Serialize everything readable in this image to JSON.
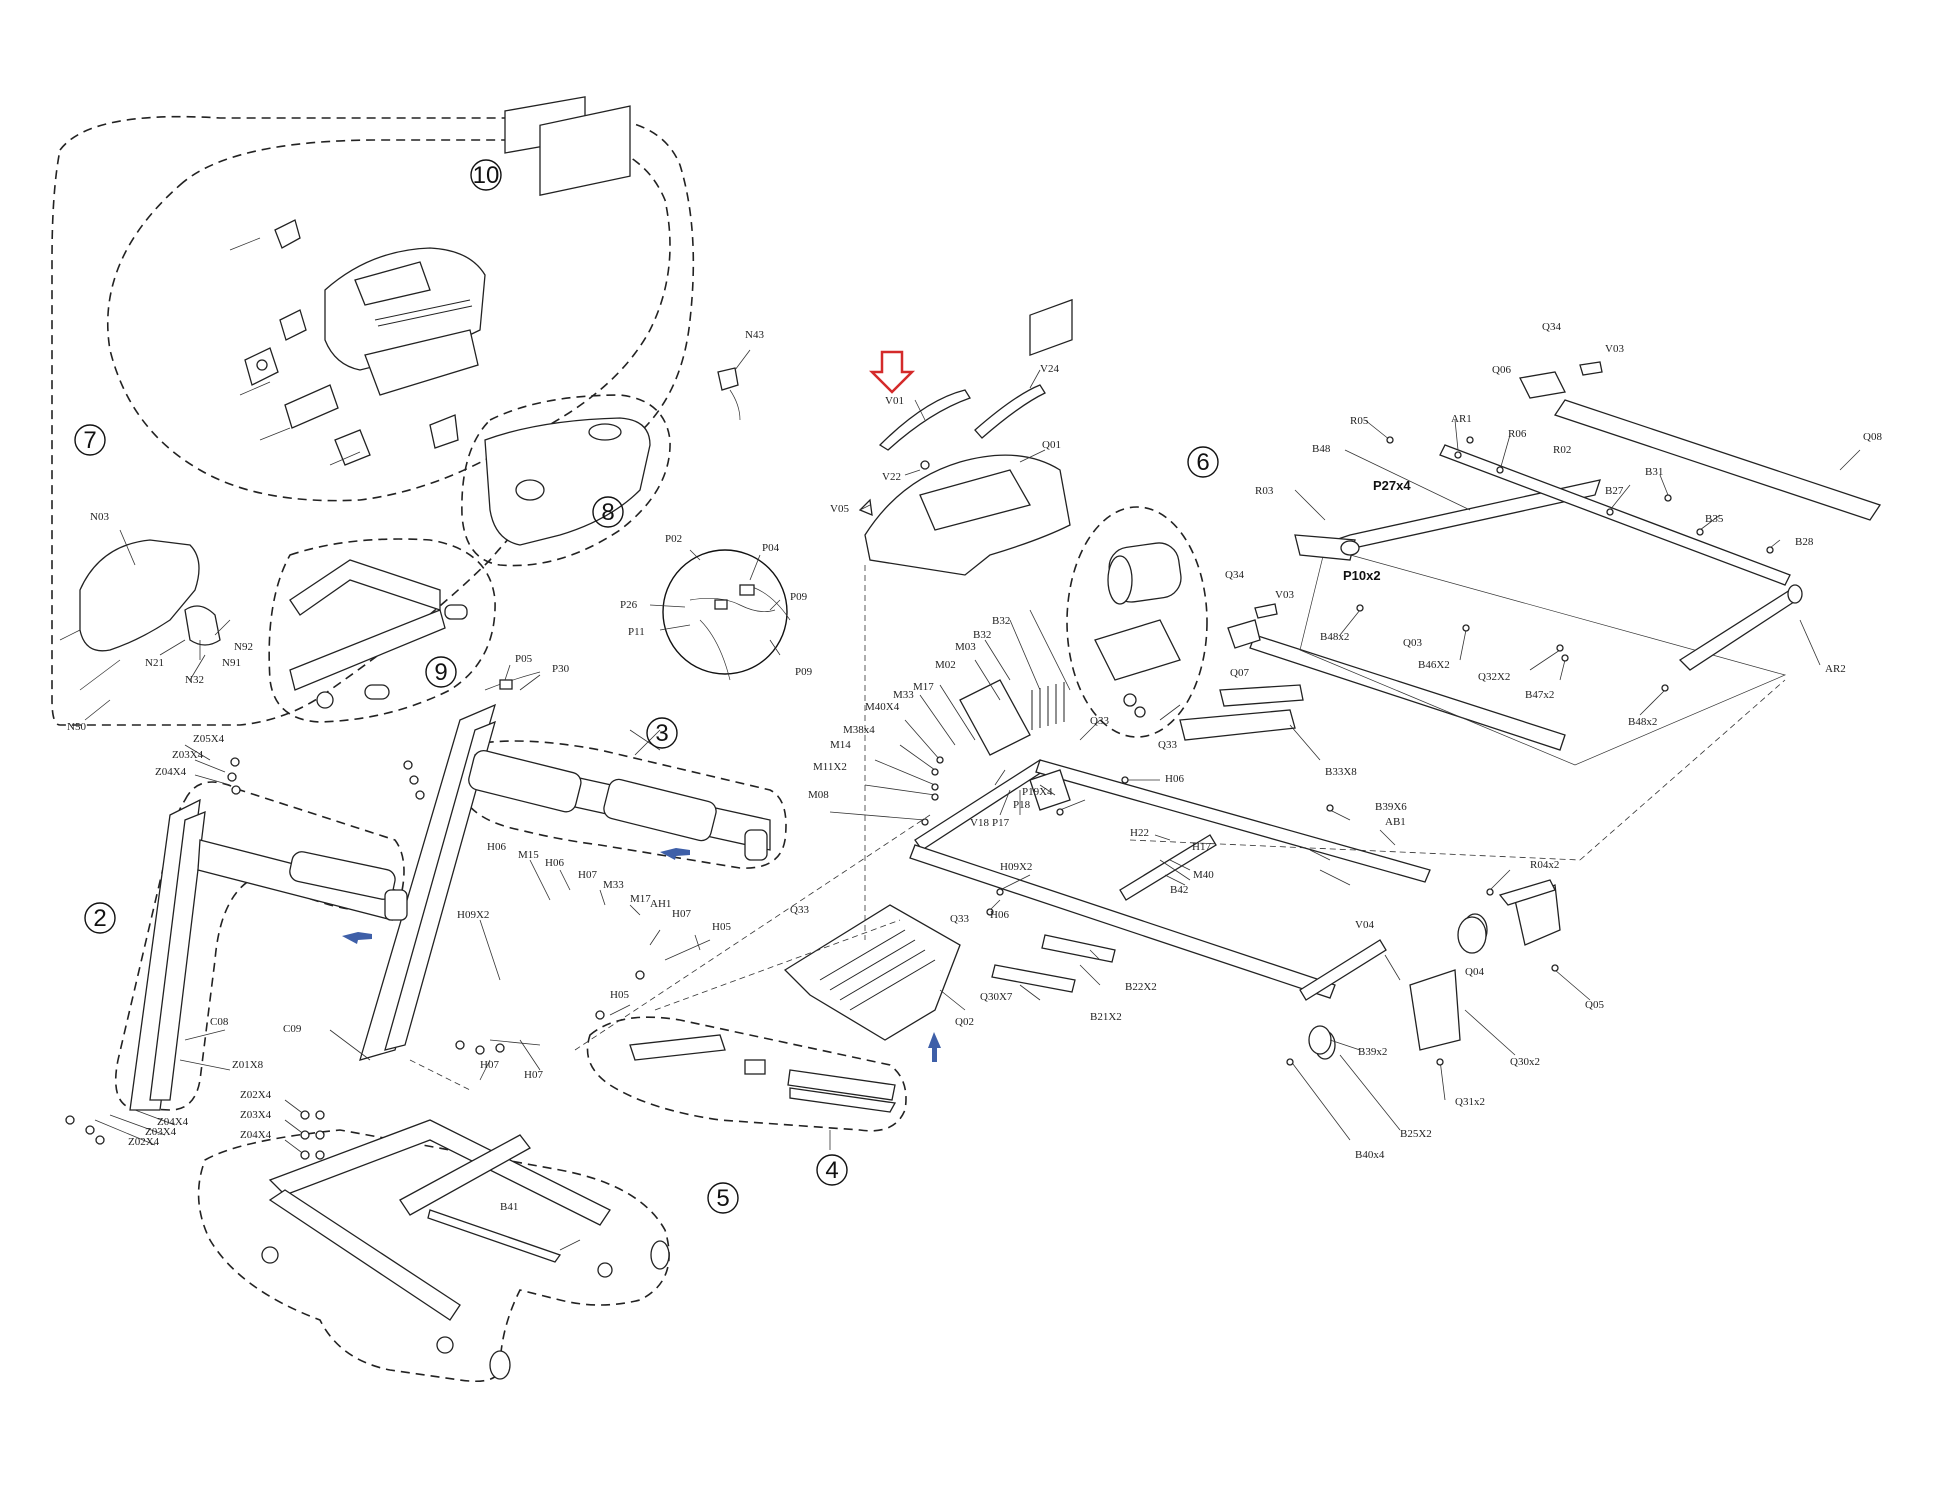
{
  "callouts": [
    "10",
    "7",
    "8",
    "9",
    "3",
    "2",
    "4",
    "5",
    "6"
  ],
  "labels": {
    "n43": "N43",
    "v01": "V01",
    "v24": "V24",
    "q01": "Q01",
    "v22": "V22",
    "v05": "V05",
    "q34a": "Q34",
    "v03a": "V03",
    "q06": "Q06",
    "q08": "Q08",
    "r05": "R05",
    "ar1": "AR1",
    "r06": "R06",
    "r02": "R02",
    "b48": "B48",
    "p27": "P27x4",
    "r03": "R03",
    "b27": "B27",
    "b31": "B31",
    "b35": "B35",
    "b28": "B28",
    "p10": "P10x2",
    "q34b": "Q34",
    "v03b": "V03",
    "q07": "Q07",
    "b48x2a": "B48x2",
    "q03": "Q03",
    "b46": "B46X2",
    "q32": "Q32X2",
    "b47": "B47x2",
    "b48x2b": "B48x2",
    "ar2": "AR2",
    "n03": "N03",
    "n92": "N92",
    "n21": "N21",
    "n91": "N91",
    "n32": "N32",
    "n50": "N50",
    "p02": "P02",
    "p04": "P04",
    "p26": "P26",
    "p11": "P11",
    "p09a": "P09",
    "p09b": "P09",
    "p05": "P05",
    "p30": "P30",
    "b32a": "B32",
    "b32b": "B32",
    "m03": "M03",
    "m02": "M02",
    "m17a": "M17",
    "m33a": "M33",
    "m40": "M40X4",
    "m38": "M38x4",
    "m14": "M14",
    "m11": "M11X2",
    "m08": "M08",
    "q33a": "Q33",
    "q33b": "Q33",
    "h06a": "H06",
    "b33": "B33X8",
    "b39a": "B39X6",
    "ab1": "AB1",
    "h22": "H22",
    "h17": "H17",
    "m40b": "M40",
    "b42": "B42",
    "v18": "V18",
    "p17": "P17",
    "p18": "P18",
    "p19": "P19X4",
    "q33c": "Q33",
    "q33d": "Q33",
    "h09a": "H09X2",
    "h06b": "H06",
    "r04": "R04x2",
    "v04": "V04",
    "q04": "Q04",
    "q05": "Q05",
    "b22": "B22X2",
    "b21": "B21X2",
    "q30a": "Q30X7",
    "q02": "Q02",
    "b39b": "B39x2",
    "q30b": "Q30x2",
    "q31": "Q31x2",
    "b25": "B25X2",
    "b40": "B40x4",
    "z05": "Z05X4",
    "z03a": "Z03X4",
    "z04a": "Z04X4",
    "h06c": "H06",
    "m15": "M15",
    "h06d": "H06",
    "h07a": "H07",
    "m33b": "M33",
    "m17b": "M17",
    "ah1": "AH1",
    "h07b": "H07",
    "h05a": "H05",
    "h09b": "H09X2",
    "h05b": "H05",
    "h07c": "H07",
    "h07d": "H07",
    "c08": "C08",
    "c09": "C09",
    "z01": "Z01X8",
    "z02a": "Z02X4",
    "z03b": "Z03X4",
    "z04b": "Z04X4",
    "z04c": "Z04X4",
    "z03c": "Z03X4",
    "z02b": "Z02X4",
    "b41": "B41"
  },
  "colors": {
    "highlight_arrow": "#d42a2a",
    "direction_arrow": "#3e5fa8",
    "ink": "#222222"
  }
}
